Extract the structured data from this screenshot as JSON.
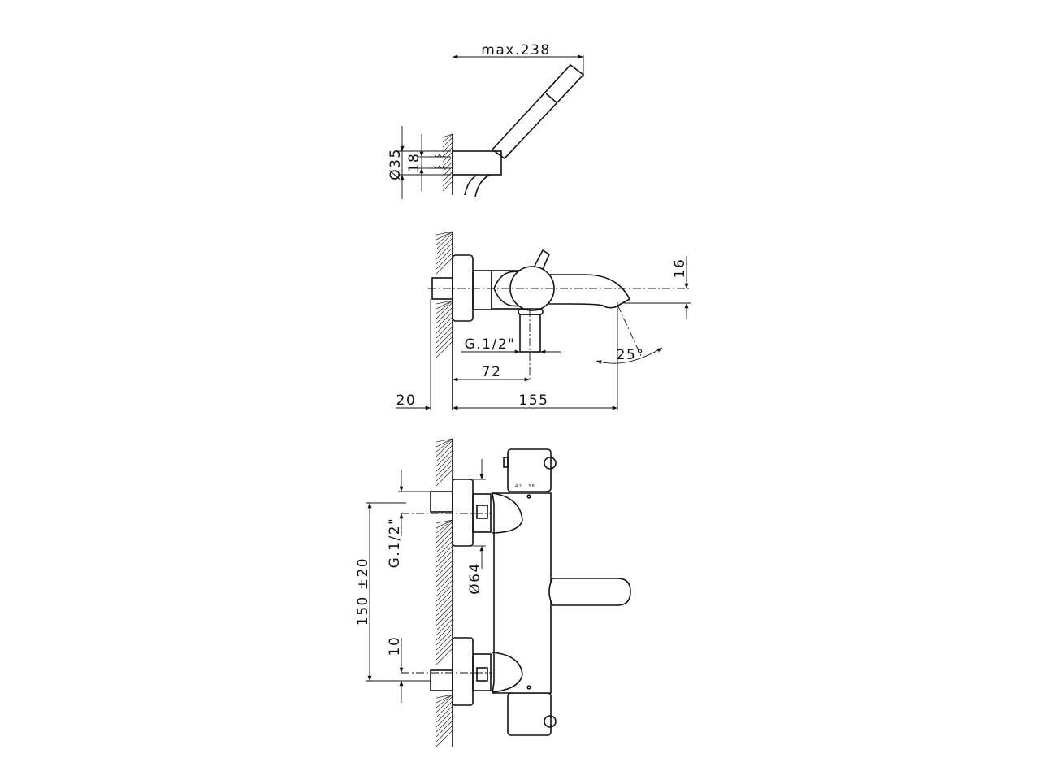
{
  "drawing": {
    "top_view": {
      "max_length": "max.238",
      "diameter": "Ø35",
      "spacing": "18"
    },
    "side_view": {
      "outlet_thread": "G.1/2\"",
      "outlet_offset": "72",
      "projection": "155",
      "wall_depth": "20",
      "spout_height": "16",
      "spout_angle": "25°"
    },
    "front_view": {
      "inlet_thread": "G.1/2\"",
      "center_distance": "150 ±20",
      "eccentric_offset": "10",
      "flange_diameter": "Ø64",
      "scale_marks": [
        "42",
        "38"
      ]
    },
    "line_color": "#111111"
  }
}
